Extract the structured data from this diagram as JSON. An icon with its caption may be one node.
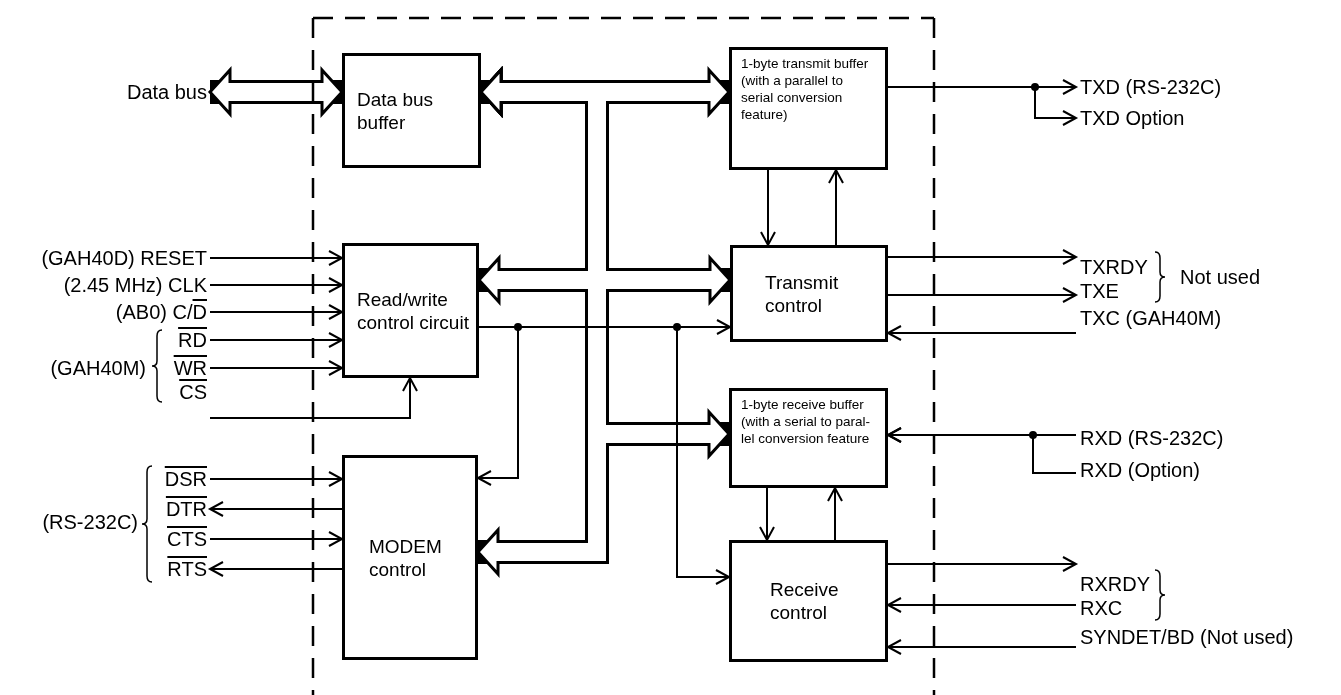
{
  "diagram": {
    "nodes": [
      {
        "text": [],
        "shape": "box"
      },
      {
        "text": [
          "Data bus buffer"
        ],
        "in": 0
      },
      {
        "text": [
          "Read/write control circuit"
        ],
        "in": 0
      },
      {
        "text": [
          "MODEM control"
        ],
        "in": 0
      },
      {
        "text": [
          "1-byte transmit buffer (with a parallel to serial conversion feature)"
        ],
        "in": 0
      },
      {
        "text": [
          "Transmit control"
        ],
        "in": 0
      },
      {
        "text": [
          "1-byte receive buffer (with a serial to paral- lel conversion feature"
        ],
        "in": 0
      },
      {
        "text": [
          "Receive control"
        ],
        "in": 0
      },
      {
        "text": [
          "Data bus"
        ]
      },
      {
        "text": [
          "(GAH40D) RESET"
        ]
      },
      {
        "text": [
          "(2.45 MHz) CLK"
        ]
      },
      {
        "text": [
          "(AB0) C/D"
        ]
      },
      {
        "text": [
          "RD"
        ]
      },
      {
        "text": [
          "WR"
        ]
      },
      {
        "text": [
          "CS"
        ]
      },
      {
        "text": [
          "DSR"
        ]
      },
      {
        "text": [
          "DTR"
        ]
      },
      {
        "text": [
          "CTS"
        ]
      },
      {
        "text": [
          "RTS"
        ]
      },
      {
        "text": [
          "TXD (RS-232C)"
        ]
      },
      {
        "text": [
          "TXD Option"
        ]
      },
      {
        "text": [
          "TXRDY"
        ]
      },
      {
        "text": [
          "TXE"
        ]
      },
      {
        "text": [
          "TXC (GAH40M)"
        ]
      },
      {
        "text": [
          "RXD (RS-232C)"
        ]
      },
      {
        "text": [
          "RXD (Option)"
        ]
      },
      {
        "text": [
          "RXRDY"
        ]
      },
      {
        "text": [
          "RXC"
        ]
      },
      {
        "text": [
          "SYNDET/BD (Not used)"
        ]
      }
    ],
    "edges": [
      {
        "from": 8,
        "to": 1,
        "arrow": "both",
        "style": "thick"
      },
      {
        "from": 1,
        "to": 4,
        "arrow": "both",
        "style": "thick"
      },
      {
        "from": 1,
        "to": 2,
        "arrow": "both",
        "style": "thick"
      },
      {
        "from": 1,
        "to": 5,
        "arrow": "both",
        "style": "thick"
      },
      {
        "from": 1,
        "to": 6,
        "arrow": "both",
        "style": "thick"
      },
      {
        "from": 1,
        "to": 3,
        "arrow": "both",
        "style": "thick"
      },
      {
        "from": 9,
        "to": 2,
        "arrow": "to"
      },
      {
        "from": 10,
        "to": 2,
        "arrow": "to"
      },
      {
        "from": 11,
        "to": 2,
        "arrow": "to"
      },
      {
        "from": 12,
        "to": 2,
        "arrow": "to"
      },
      {
        "from": 13,
        "to": 2,
        "arrow": "to"
      },
      {
        "from": 14,
        "to": 2,
        "arrow": "to"
      },
      {
        "from": 15,
        "to": 3,
        "arrow": "to"
      },
      {
        "from": 3,
        "to": 16,
        "arrow": "to"
      },
      {
        "from": 17,
        "to": 3,
        "arrow": "to"
      },
      {
        "from": 3,
        "to": 18,
        "arrow": "to"
      },
      {
        "from": 2,
        "to": 5,
        "arrow": "to"
      },
      {
        "from": 2,
        "to": 3,
        "arrow": "to"
      },
      {
        "from": 2,
        "to": 7,
        "arrow": "to"
      },
      {
        "from": 4,
        "to": 5,
        "arrow": "to"
      },
      {
        "from": 5,
        "to": 4,
        "arrow": "to"
      },
      {
        "from": 6,
        "to": 7,
        "arrow": "to"
      },
      {
        "from": 7,
        "to": 6,
        "arrow": "to"
      },
      {
        "from": 4,
        "to": 19,
        "arrow": "to"
      },
      {
        "from": 4,
        "to": 20,
        "arrow": "to"
      },
      {
        "from": 5,
        "to": 21,
        "arrow": "to"
      },
      {
        "from": 5,
        "to": 22,
        "arrow": "to"
      },
      {
        "from": 23,
        "to": 5,
        "arrow": "to"
      },
      {
        "from": 24,
        "to": 6,
        "arrow": "to"
      },
      {
        "from": 25,
        "to": 6,
        "arrow": "to"
      },
      {
        "from": 7,
        "to": 26,
        "arrow": "to"
      },
      {
        "from": 27,
        "to": 7,
        "arrow": "to"
      },
      {
        "from": 28,
        "to": 7,
        "arrow": "to"
      }
    ],
    "labels": [
      "(GAH40M)",
      "(RS-232C)",
      "Not used"
    ]
  }
}
